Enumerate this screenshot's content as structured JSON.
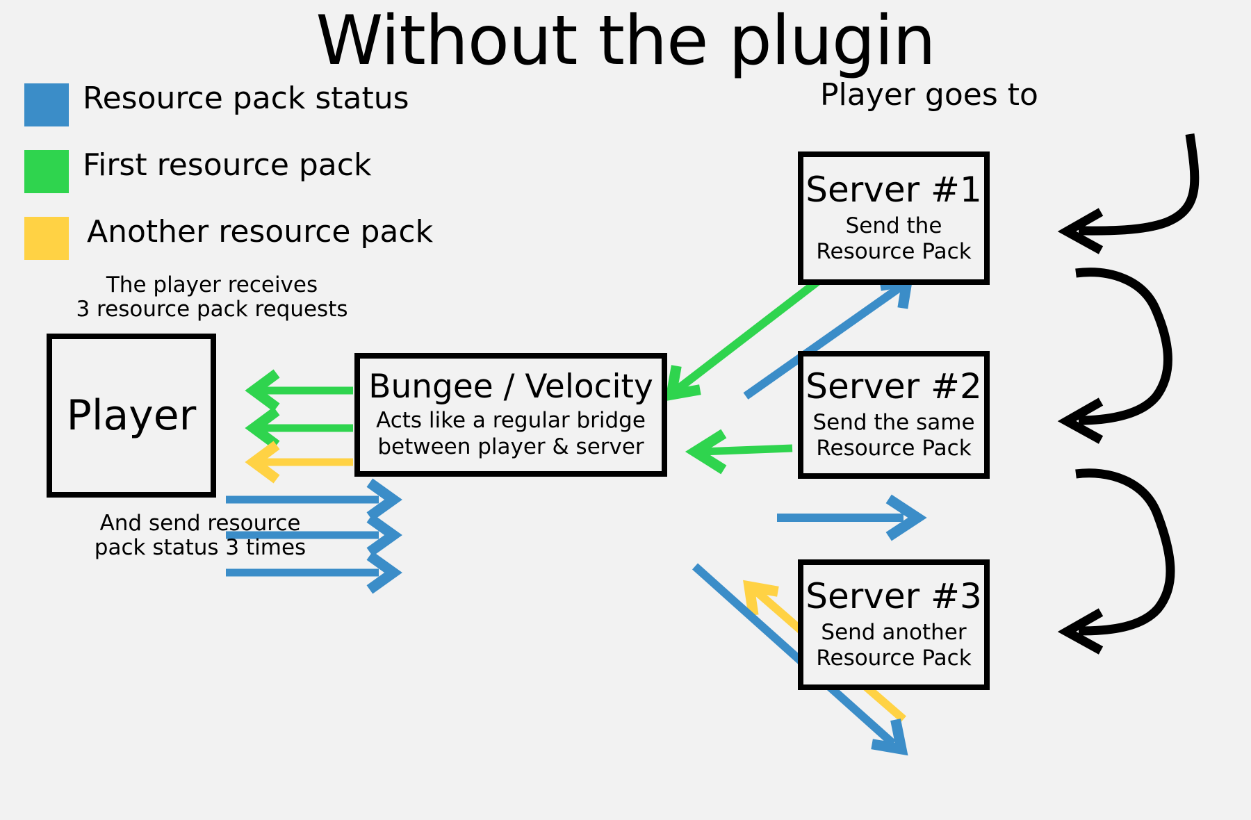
{
  "title": "Without the plugin",
  "colors": {
    "background": "#f2f2f2",
    "status_blue": "#3b8dc8",
    "first_pack_green": "#2fd44e",
    "another_pack_yellow": "#ffd244",
    "outline_black": "#000000"
  },
  "legend": {
    "items": [
      {
        "swatch_color": "#3b8dc8",
        "label": "Resource pack status",
        "icon": "blue-square-swatch"
      },
      {
        "swatch_color": "#2fd44e",
        "label": "First resource pack",
        "icon": "green-square-swatch"
      },
      {
        "swatch_color": "#ffd244",
        "label": "Another resource pack",
        "icon": "yellow-square-swatch"
      }
    ]
  },
  "nodes": {
    "player": {
      "title": "Player",
      "subtitle": ""
    },
    "bungee": {
      "title": "Bungee / Velocity",
      "subtitle": "Acts like a regular bridge\nbetween player & server"
    },
    "server1": {
      "title": "Server #1",
      "subtitle": "Send the\nResource Pack"
    },
    "server2": {
      "title": "Server #2",
      "subtitle": "Send the same\nResource Pack"
    },
    "server3": {
      "title": "Server #3",
      "subtitle": "Send another\nResource Pack"
    }
  },
  "captions": {
    "player_receives": "The player receives\n3 resource pack requests",
    "player_sends_status": "And send resource\npack status 3 times",
    "player_goes_to": "Player goes to"
  },
  "flows": [
    {
      "name": "server1-pack-to-bungee",
      "color": "#2fd44e",
      "from": "server1",
      "to": "bungee",
      "kind": "first resource pack"
    },
    {
      "name": "server2-pack-to-bungee",
      "color": "#2fd44e",
      "from": "server2",
      "to": "bungee",
      "kind": "first resource pack"
    },
    {
      "name": "server3-pack-to-bungee",
      "color": "#ffd244",
      "from": "server3",
      "to": "bungee",
      "kind": "another resource pack"
    },
    {
      "name": "bungee-pack-1-to-player",
      "color": "#2fd44e",
      "from": "bungee",
      "to": "player",
      "kind": "first resource pack"
    },
    {
      "name": "bungee-pack-2-to-player",
      "color": "#2fd44e",
      "from": "bungee",
      "to": "player",
      "kind": "first resource pack"
    },
    {
      "name": "bungee-pack-3-to-player",
      "color": "#ffd244",
      "from": "bungee",
      "to": "player",
      "kind": "another resource pack"
    },
    {
      "name": "player-status-1-to-bungee",
      "color": "#3b8dc8",
      "from": "player",
      "to": "bungee",
      "kind": "resource pack status"
    },
    {
      "name": "player-status-2-to-bungee",
      "color": "#3b8dc8",
      "from": "player",
      "to": "bungee",
      "kind": "resource pack status"
    },
    {
      "name": "player-status-3-to-bungee",
      "color": "#3b8dc8",
      "from": "player",
      "to": "bungee",
      "kind": "resource pack status"
    },
    {
      "name": "bungee-status-to-server1",
      "color": "#3b8dc8",
      "from": "bungee",
      "to": "server1",
      "kind": "resource pack status"
    },
    {
      "name": "bungee-status-to-server2",
      "color": "#3b8dc8",
      "from": "bungee",
      "to": "server2",
      "kind": "resource pack status"
    },
    {
      "name": "bungee-status-to-server3",
      "color": "#3b8dc8",
      "from": "bungee",
      "to": "server3",
      "kind": "resource pack status"
    },
    {
      "name": "player-travel-to-server1",
      "color": "#000000",
      "from": "player",
      "to": "server1",
      "kind": "player movement"
    },
    {
      "name": "player-travel-server1-to-server2",
      "color": "#000000",
      "from": "server1",
      "to": "server2",
      "kind": "player movement"
    },
    {
      "name": "player-travel-server2-to-server3",
      "color": "#000000",
      "from": "server2",
      "to": "server3",
      "kind": "player movement"
    }
  ]
}
